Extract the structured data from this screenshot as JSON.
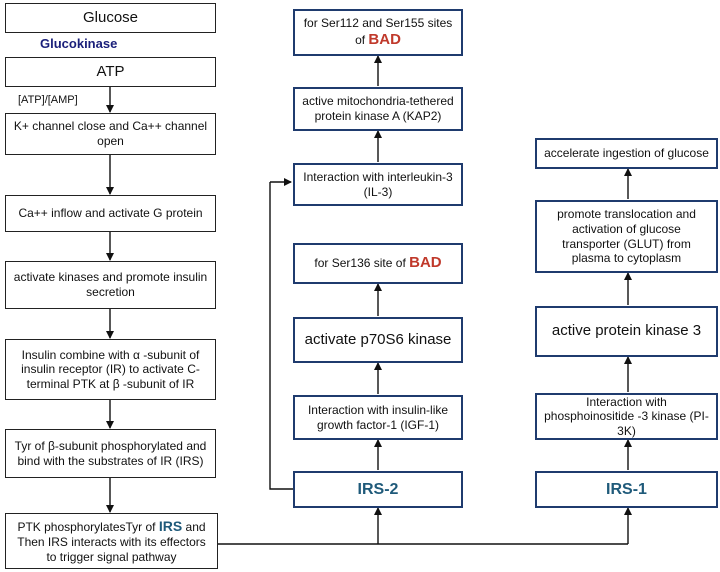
{
  "left": {
    "glucose": "Glucose",
    "glucokinase": "Glucokinase",
    "atp": "ATP",
    "atp_ratio": "[ATP]/[AMP]",
    "k_channel": "K+ channel close and Ca++ channel open",
    "ca_inflow": "Ca++ inflow and activate G protein",
    "kinases": "activate kinases and promote insulin secretion",
    "insulin_combine": "Insulin combine with α -subunit of insulin receptor (IR) to activate C-terminal PTK at β -subunit of IR",
    "tyr": "Tyr of β-subunit phosphorylated and bind with the substrates of IR (IRS)",
    "ptk_a": "PTK phosphorylatesTyr of ",
    "ptk_irs": "IRS",
    "ptk_b": " and Then IRS interacts with its effectors to trigger signal pathway"
  },
  "middle": {
    "ser112_a": "for Ser112 and Ser155 sites of ",
    "ser112_bad": "BAD",
    "kap2": "active mitochondria-tethered protein kinase A (KAP2)",
    "il3": "Interaction with interleukin-3 (IL-3)",
    "ser136_a": "for Ser136 site of ",
    "ser136_bad": "BAD",
    "p70s6": "activate p70S6 kinase",
    "igf1": "Interaction with insulin-like growth factor-1 (IGF-1)",
    "irs2": "IRS-2"
  },
  "right": {
    "glucose_ingest": "accelerate ingestion of glucose",
    "glut": "promote translocation and activation of glucose transporter (GLUT) from plasma to cytoplasm",
    "pk3": "active protein kinase 3",
    "pi3k": "Interaction with phosphoinositide -3 kinase (PI-3K)",
    "irs1": "IRS-1"
  }
}
